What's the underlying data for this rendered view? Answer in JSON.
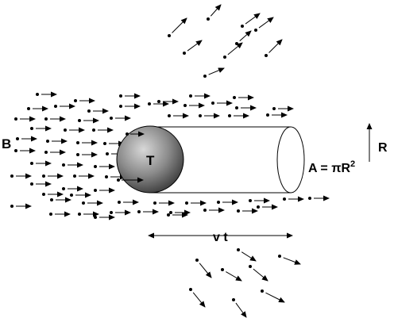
{
  "labels": {
    "beam": "B",
    "target": "T",
    "area_lhs": "A = ",
    "area_pi": "π",
    "area_r": "R",
    "area_exp": "2",
    "radius": "R",
    "length": "v t"
  },
  "colors": {
    "ink": "#000000",
    "sphere_light": "#d8d8d8",
    "sphere_mid": "#8a8a8a",
    "sphere_dark": "#3a3a3a"
  },
  "icons": {
    "particle": "dot-with-arrow",
    "radius_indicator": "arrow-up",
    "length_indicator": "double-headed-arrow"
  }
}
